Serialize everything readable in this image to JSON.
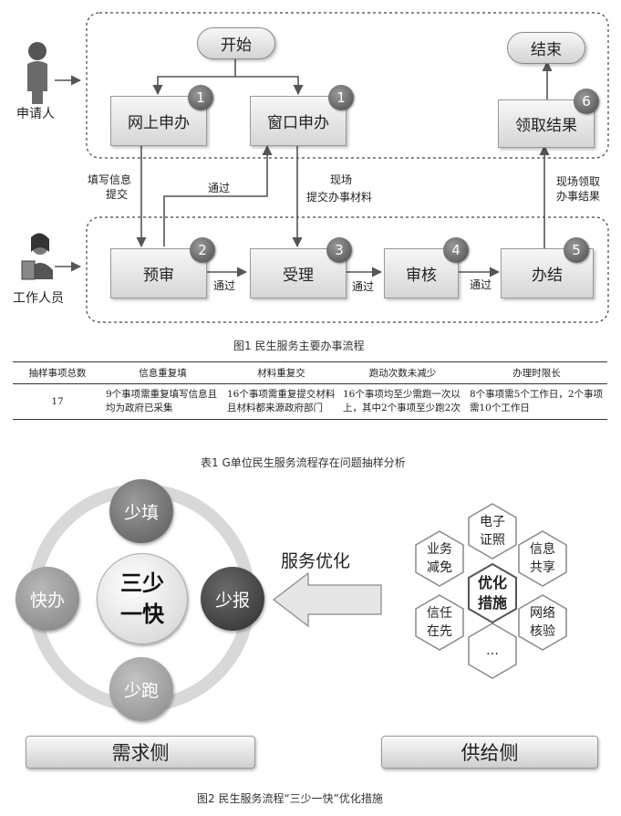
{
  "fig1": {
    "start": "开始",
    "end": "结束",
    "online": "网上申办",
    "window": "窗口申办",
    "collect": "领取结果",
    "preview": "预审",
    "accept": "受理",
    "review": "审核",
    "complete": "办结",
    "applicant": "申请人",
    "staff": "工作人员",
    "badges": [
      "1",
      "1",
      "6",
      "2",
      "3",
      "4",
      "5"
    ],
    "labels": {
      "fill_line1": "填写信息",
      "fill_line2": "提交",
      "pass_top": "通过",
      "onsite_line1": "现场",
      "onsite_line2": "提交办事材料",
      "pickup_line1": "现场领取",
      "pickup_line2": "办事结果",
      "pass1": "通过",
      "pass2": "通过",
      "pass3": "通过"
    },
    "caption": "图1 民生服务主要办事流程"
  },
  "table": {
    "headers": [
      "抽样事项总数",
      "信息重复填",
      "材料重复交",
      "跑动次数未减少",
      "办理时限长"
    ],
    "row": [
      "17",
      "9个事项需重复填写信息且均为政府已采集",
      "16个事项需重复提交材料且材料都来源政府部门",
      "16个事项均至少需跑一次以上，其中2个事项至少跑2次",
      "8个事项需5个工作日，2个事项需10个工作日"
    ],
    "caption": "表1 G单位民生服务流程存在问题抽样分析"
  },
  "fig2": {
    "center_line1": "三少",
    "center_line2": "一快",
    "top": "少填",
    "right": "少报",
    "bottom": "少跑",
    "left": "快办",
    "arrow_label": "服务优化",
    "hex_center_line1": "优化",
    "hex_center_line2": "措施",
    "hex_top_line1": "电子",
    "hex_top_line2": "证照",
    "hex_ur_line1": "信息",
    "hex_ur_line2": "共享",
    "hex_lr_line1": "网络",
    "hex_lr_line2": "核验",
    "hex_bottom": "…",
    "hex_ll_line1": "信任",
    "hex_ll_line2": "在先",
    "hex_ul_line1": "业务",
    "hex_ul_line2": "减免",
    "demand": "需求侧",
    "supply": "供给侧",
    "caption": "图2 民生服务流程“三少一快”优化措施"
  }
}
